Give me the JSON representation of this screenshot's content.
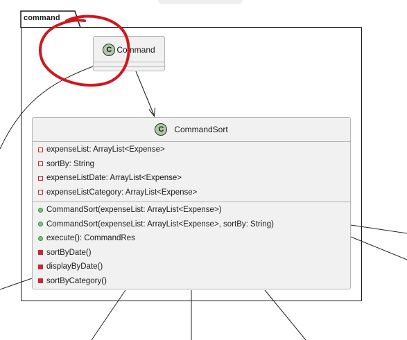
{
  "package": {
    "name": "command"
  },
  "classes": {
    "command": {
      "stereotype": "C",
      "name": "Command"
    },
    "command_sort": {
      "stereotype": "C",
      "name": "CommandSort",
      "fields": [
        {
          "visibility": "private",
          "text": "expenseList: ArrayList<Expense>"
        },
        {
          "visibility": "private",
          "text": "sortBy: String"
        },
        {
          "visibility": "private",
          "text": "expenseListDate: ArrayList<Expense>"
        },
        {
          "visibility": "private",
          "text": "expenseListCategory: ArrayList<Expense>"
        }
      ],
      "methods": [
        {
          "visibility": "public",
          "text": "CommandSort(expenseList: ArrayList<Expense>)"
        },
        {
          "visibility": "public",
          "text": "CommandSort(expenseList: ArrayList<Expense>, sortBy: String)"
        },
        {
          "visibility": "public",
          "text": "execute(): CommandRes"
        },
        {
          "visibility": "private",
          "text": "sortByDate()"
        },
        {
          "visibility": "private",
          "text": "displayByDate()"
        },
        {
          "visibility": "private",
          "text": "sortByCategory()"
        }
      ]
    }
  },
  "annotation": {
    "kind": "freehand-circle",
    "color": "#d4151c"
  },
  "colors": {
    "class_header_bg": "#f1f1f1",
    "class_badge": "#adc9a6",
    "private_marker": "#c82930",
    "public_marker": "#84be84"
  }
}
